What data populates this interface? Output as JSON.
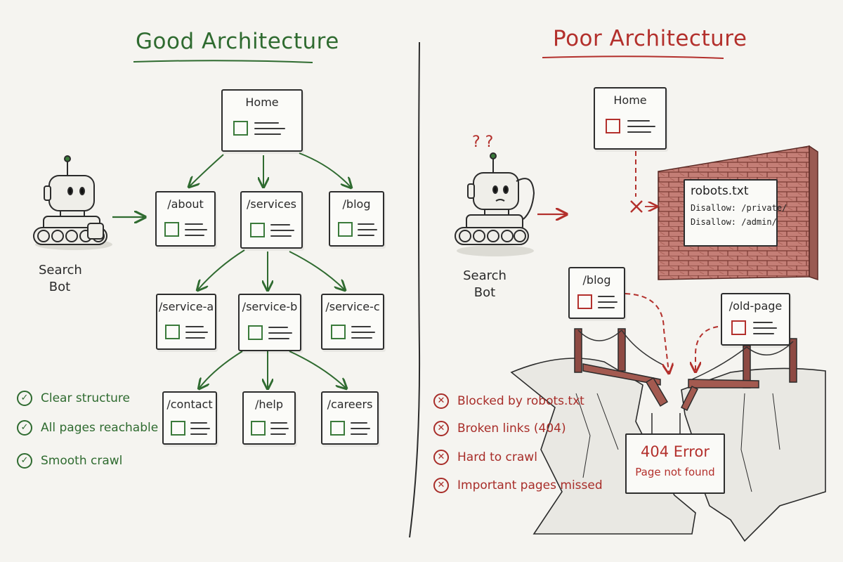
{
  "good": {
    "title": "Good Architecture",
    "bot_label": [
      "Search",
      "Bot"
    ],
    "nodes": {
      "home": "Home",
      "about": "/about",
      "services": "/services",
      "blog": "/blog",
      "service_a": "/service-a",
      "service_b": "/service-b",
      "service_c": "/service-c",
      "contact": "/contact",
      "help": "/help",
      "careers": "/careers"
    },
    "checklist": [
      "Clear structure",
      "All pages reachable",
      "Smooth crawl"
    ]
  },
  "poor": {
    "title": "Poor Architecture",
    "bot_label": [
      "Search",
      "Bot"
    ],
    "question_marks": "? ?",
    "nodes": {
      "home": "Home",
      "blog": "/blog",
      "old_page": "/old-page"
    },
    "robots_txt": {
      "title": "robots.txt",
      "lines": [
        "Disallow: /private/",
        "Disallow: /admin/"
      ]
    },
    "error_sign": {
      "code": "404 Error",
      "message": "Page not found"
    },
    "problems": [
      "Blocked by robots.txt",
      "Broken links (404)",
      "Hard to crawl",
      "Important pages missed"
    ]
  },
  "colors": {
    "good": "#2f6b30",
    "bad": "#b3302c",
    "ink": "#2d2d2d",
    "paper": "#f5f4f0"
  },
  "icons": {
    "check": "check-circle-icon",
    "cross": "x-circle-icon"
  }
}
